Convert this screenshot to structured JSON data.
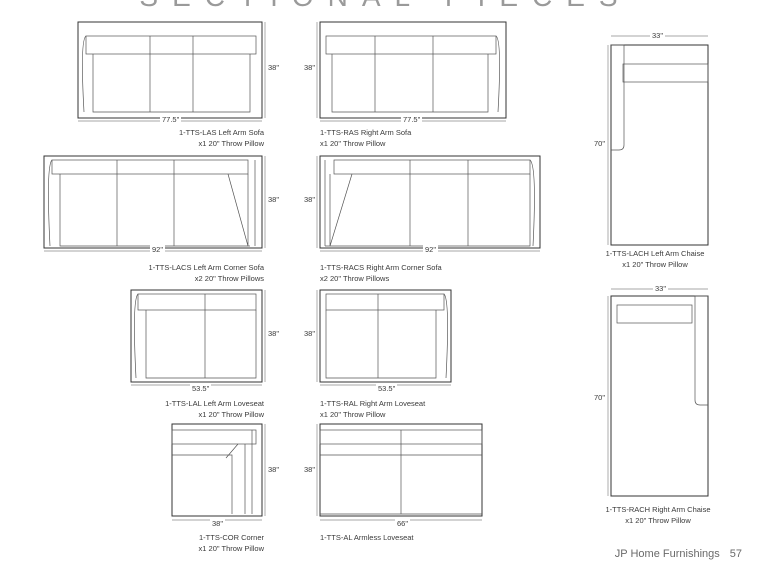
{
  "header": {
    "title": "SECTIONAL PIECES"
  },
  "pieces": {
    "las": {
      "code": "1-TTS-LAS Left Arm Sofa",
      "pillows": "x1 20\" Throw Pillow",
      "width": "77.5\"",
      "depth": "38\""
    },
    "ras": {
      "code": "1-TTS-RAS Right Arm Sofa",
      "pillows": "x1 20\" Throw Pillow",
      "width": "77.5\"",
      "depth": "38\""
    },
    "lacs": {
      "code": "1-TTS-LACS Left Arm Corner Sofa",
      "pillows": "x2 20\" Throw Pillows",
      "width": "92\"",
      "depth": "38\""
    },
    "racs": {
      "code": "1-TTS-RACS Right Arm Corner Sofa",
      "pillows": "x2 20\" Throw Pillows",
      "width": "92\"",
      "depth": "38\""
    },
    "lal": {
      "code": "1-TTS-LAL Left Arm Loveseat",
      "pillows": "x1 20\" Throw Pillow",
      "width": "53.5\"",
      "depth": "38\""
    },
    "ral": {
      "code": "1-TTS-RAL Right Arm Loveseat",
      "pillows": "x1 20\" Throw Pillow",
      "width": "53.5\"",
      "depth": "38\""
    },
    "cor": {
      "code": "1-TTS-COR Corner",
      "pillows": "x1 20\" Throw Pillow",
      "width": "38\"",
      "depth": "38\""
    },
    "al": {
      "code": "1-TTS-AL Armless Loveseat",
      "width": "66\"",
      "depth": "38\""
    },
    "lach": {
      "code": "1-TTS-LACH Left Arm Chaise",
      "pillows": "x1 20\" Throw Pillow",
      "width": "33\"",
      "depth": "70\""
    },
    "rach": {
      "code": "1-TTS-RACH Right Arm Chaise",
      "pillows": "x1 20\" Throw Pillow",
      "width": "33\"",
      "depth": "70\""
    }
  },
  "footer": {
    "brand": "JP Home Furnishings",
    "page": "57"
  }
}
